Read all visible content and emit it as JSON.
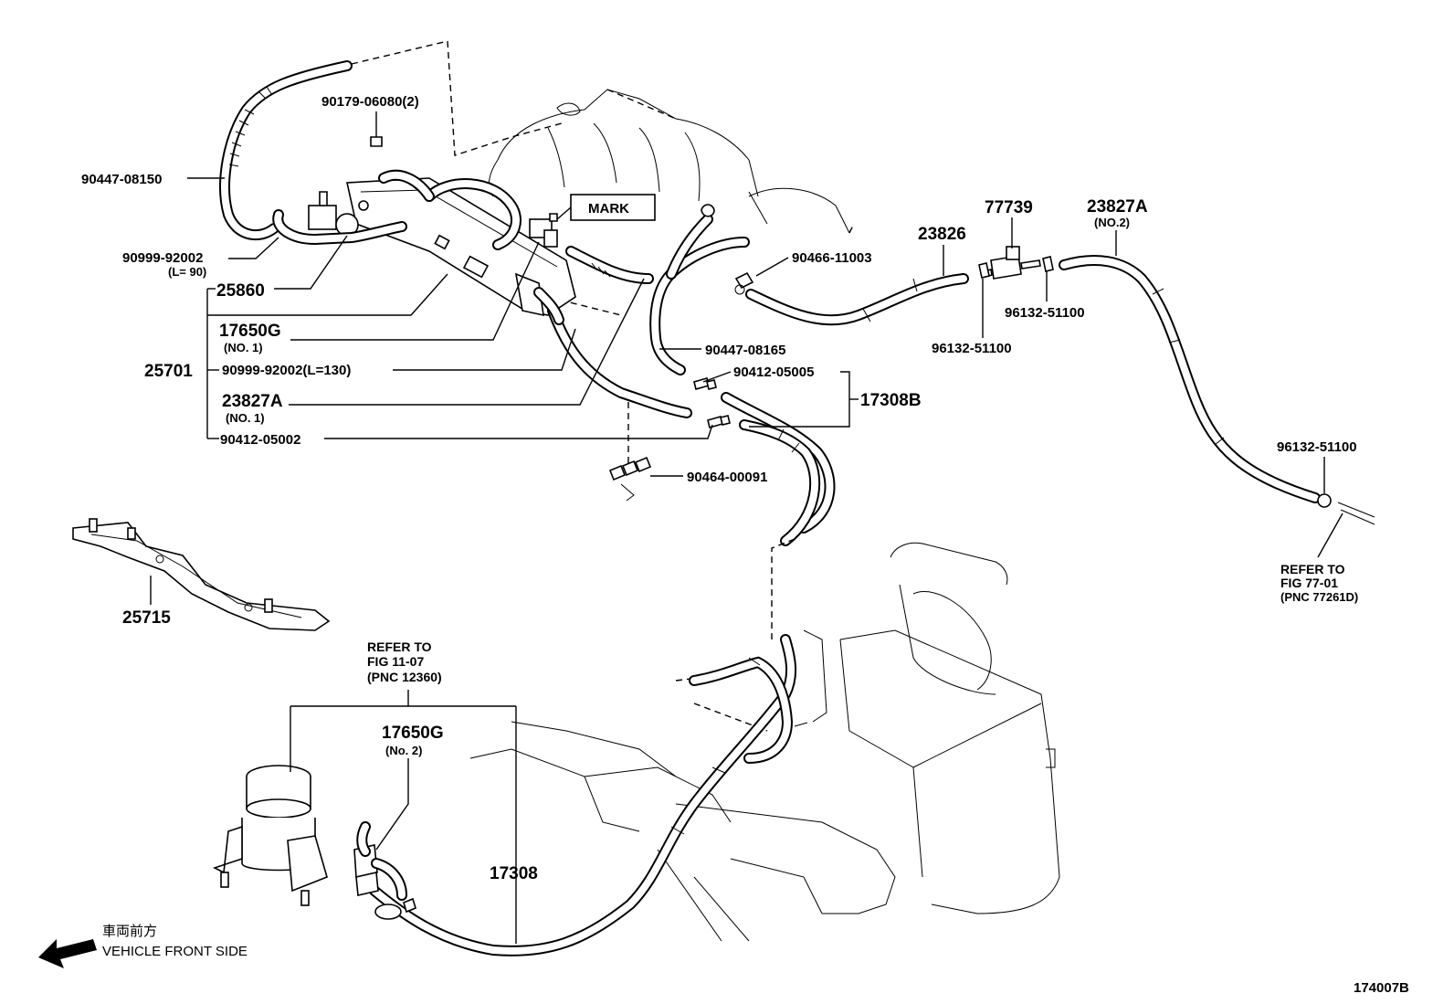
{
  "labels": {
    "p90447_08150": "90447-08150",
    "p90179_06080": "90179-06080(2)",
    "p90999_92002_l90": "90999-92002",
    "p90999_92002_l90_sub": "(L= 90)",
    "p25860": "25860",
    "p17650g_no1": "17650G",
    "p17650g_no1_sub": "(NO. 1)",
    "p25701": "25701",
    "p90999_92002_l130": "90999-92002(L=130)",
    "p23827a_no1": "23827A",
    "p23827a_no1_sub": "(NO. 1)",
    "p90412_05002": "90412-05002",
    "mark": "MARK",
    "p90466_11003": "90466-11003",
    "p90447_08165": "90447-08165",
    "p90412_05005": "90412-05005",
    "p17308b": "17308B",
    "p90464_00091": "90464-00091",
    "p23826": "23826",
    "p77739": "77739",
    "p23827a_no2": "23827A",
    "p23827a_no2_sub": "(NO.2)",
    "p96132_51100_a": "96132-51100",
    "p96132_51100_b": "96132-51100",
    "p96132_51100_c": "96132-51100",
    "ref77_1": "REFER TO",
    "ref77_2": "FIG 77-01",
    "ref77_3": "(PNC 77261D)",
    "p25715": "25715",
    "ref11_1": "REFER TO",
    "ref11_2": "FIG 11-07",
    "ref11_3": "(PNC 12360)",
    "p17650g_no2": "17650G",
    "p17650g_no2_sub": "(No. 2)",
    "p17308": "17308",
    "front_jp": "車両前方",
    "front_en": "VEHICLE FRONT SIDE",
    "fig_id": "174007B"
  }
}
